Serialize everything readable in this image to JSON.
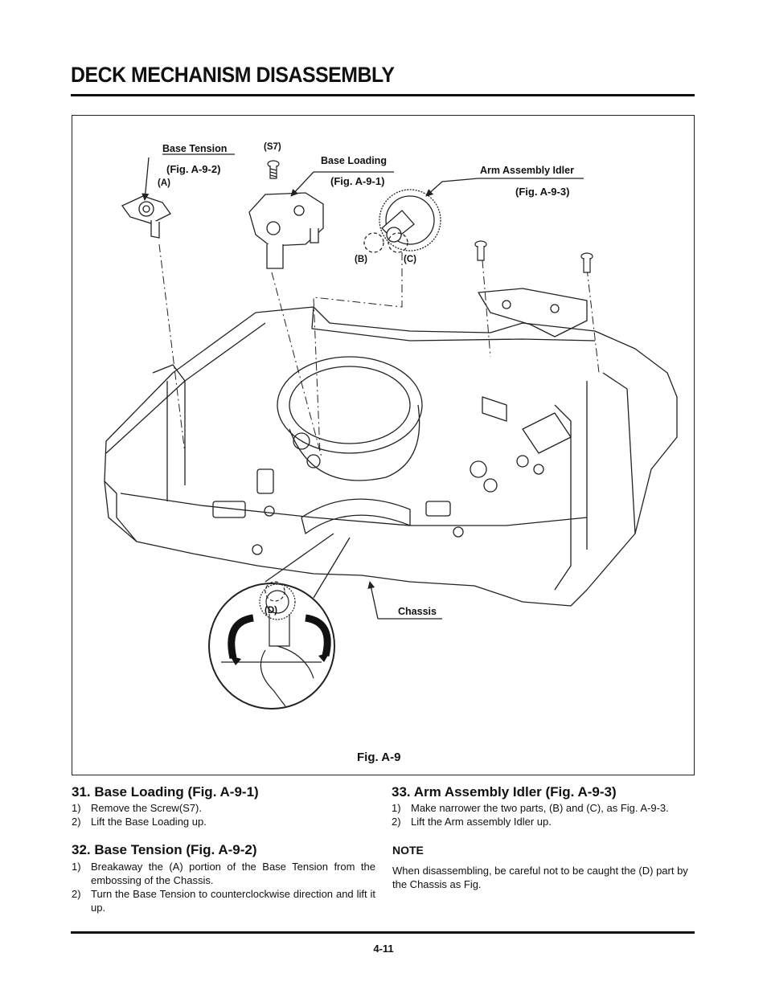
{
  "header": {
    "title": "DECK MECHANISM DISASSEMBLY"
  },
  "figure": {
    "caption": "Fig. A-9",
    "labels": {
      "base_tension": "Base Tension",
      "fig_a92": "(Fig. A-9-2)",
      "a": "(A)",
      "s7": "(S7)",
      "base_loading": "Base Loading",
      "fig_a91": "(Fig. A-9-1)",
      "arm_assembly_idler": "Arm Assembly Idler",
      "fig_a93": "(Fig. A-9-3)",
      "b": "(B)",
      "c": "(C)",
      "d": "(D)",
      "chassis": "Chassis"
    }
  },
  "sections": [
    {
      "heading": "31. Base Loading (Fig. A-9-1)",
      "steps": [
        {
          "num": "1)",
          "text": "Remove the Screw(S7)."
        },
        {
          "num": "2)",
          "text": "Lift the Base Loading up."
        }
      ]
    },
    {
      "heading": "32. Base Tension (Fig. A-9-2)",
      "steps": [
        {
          "num": "1)",
          "text": "Breakaway the (A) portion of the Base Tension from the embossing of the Chassis."
        },
        {
          "num": "2)",
          "text": "Turn the Base Tension to counterclockwise direction and lift it up."
        }
      ]
    },
    {
      "heading": "33. Arm Assembly Idler (Fig. A-9-3)",
      "steps": [
        {
          "num": "1)",
          "text": "Make narrower the two parts, (B) and (C), as Fig. A-9-3."
        },
        {
          "num": "2)",
          "text": "Lift the Arm assembly Idler up."
        }
      ]
    }
  ],
  "note": {
    "title": "NOTE",
    "text": "When disassembling, be careful not to be caught the (D) part by the Chassis as Fig."
  },
  "footer": {
    "page_number": "4-11"
  }
}
